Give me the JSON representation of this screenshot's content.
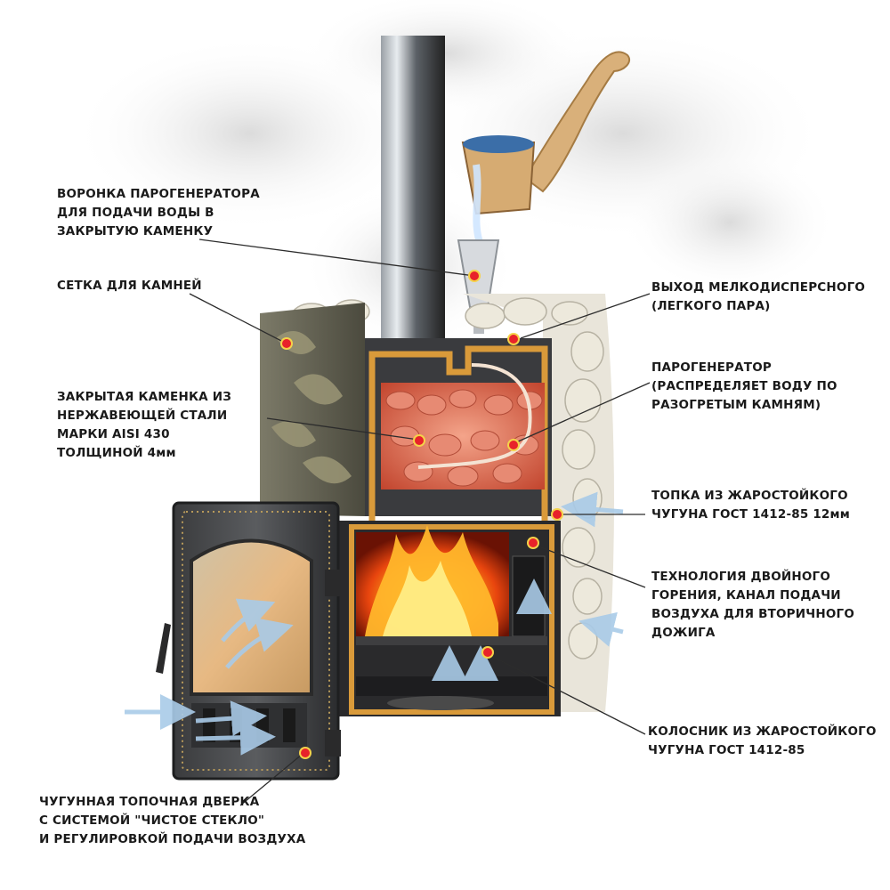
{
  "labels": [
    {
      "id": "funnel",
      "lines": [
        "ВОРОНКА ПАРОГЕНЕРАТОРА",
        "ДЛЯ ПОДАЧИ ВОДЫ В",
        "ЗАКРЫТУЮ КАМЕНКУ"
      ]
    },
    {
      "id": "stone-mesh",
      "lines": [
        "СЕТКА ДЛЯ КАМНЕЙ"
      ]
    },
    {
      "id": "closed-heater",
      "lines": [
        "ЗАКРЫТАЯ КАМЕНКА ИЗ",
        "НЕРЖАВЕЮЩЕЙ СТАЛИ",
        "МАРКИ AISI 430",
        "ТОЛЩИНОЙ 4мм"
      ]
    },
    {
      "id": "steam-outlet",
      "lines": [
        "ВЫХОД МЕЛКОДИСПЕРСНОГО",
        "(ЛЕГКОГО ПАРА)"
      ]
    },
    {
      "id": "steam-generator",
      "lines": [
        "ПАРОГЕНЕРАТОР",
        "(РАСПРЕДЕЛЯЕТ ВОДУ ПО",
        "РАЗОГРЕТЫМ КАМНЯМ)"
      ]
    },
    {
      "id": "firebox",
      "lines": [
        "ТОПКА ИЗ ЖАРОСТОЙКОГО",
        "ЧУГУНА ГОСТ 1412-85  12мм"
      ]
    },
    {
      "id": "double-burn",
      "lines": [
        "ТЕХНОЛОГИЯ ДВОЙНОГО",
        "ГОРЕНИЯ, КАНАЛ ПОДАЧИ",
        "ВОЗДУХА ДЛЯ ВТОРИЧНОГО",
        "ДОЖИГА"
      ]
    },
    {
      "id": "grate",
      "lines": [
        "КОЛОСНИК ИЗ ЖАРОСТОЙКОГО",
        "ЧУГУНА ГОСТ 1412-85"
      ]
    },
    {
      "id": "door",
      "lines": [
        "ЧУГУННАЯ ТОПОЧНАЯ ДВЕРКА",
        "С СИСТЕМОЙ \"ЧИСТОЕ СТЕКЛО\"",
        "И РЕГУЛИРОВКОЙ ПОДАЧИ ВОЗДУХА"
      ]
    }
  ],
  "colors": {
    "marker": "#e8222a",
    "marker_ring": "#f5d24a",
    "steel_frame": "#d99a3a",
    "fire": "#f07a1a",
    "air_arrow": "#b9d6ee",
    "text": "#1a1a1a"
  }
}
